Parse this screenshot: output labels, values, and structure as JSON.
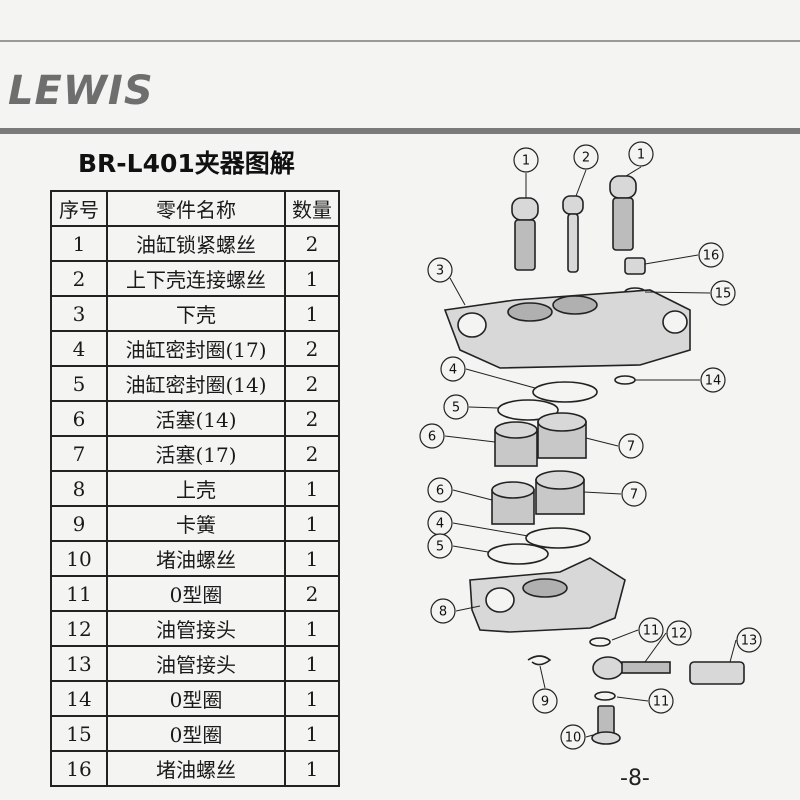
{
  "brand": {
    "name": "LEWIS"
  },
  "title": "BR-L401夹器图解",
  "table": {
    "headers": [
      "序号",
      "零件名称",
      "数量"
    ],
    "rows": [
      [
        "1",
        "油缸锁紧螺丝",
        "2"
      ],
      [
        "2",
        "上下壳连接螺丝",
        "1"
      ],
      [
        "3",
        "下壳",
        "1"
      ],
      [
        "4",
        "油缸密封圈(17)",
        "2"
      ],
      [
        "5",
        "油缸密封圈(14)",
        "2"
      ],
      [
        "6",
        "活塞(14)",
        "2"
      ],
      [
        "7",
        "活塞(17)",
        "2"
      ],
      [
        "8",
        "上壳",
        "1"
      ],
      [
        "9",
        "卡簧",
        "1"
      ],
      [
        "10",
        "堵油螺丝",
        "1"
      ],
      [
        "11",
        "0型圈",
        "2"
      ],
      [
        "12",
        "油管接头",
        "1"
      ],
      [
        "13",
        "油管接头",
        "1"
      ],
      [
        "14",
        "0型圈",
        "1"
      ],
      [
        "15",
        "0型圈",
        "1"
      ],
      [
        "16",
        "堵油螺丝",
        "1"
      ]
    ]
  },
  "diagram": {
    "callouts": [
      "1",
      "2",
      "1",
      "16",
      "3",
      "15",
      "4",
      "14",
      "5",
      "6",
      "7",
      "6",
      "7",
      "4",
      "5",
      "8",
      "11",
      "12",
      "13",
      "9",
      "11",
      "10"
    ]
  },
  "page_number": "-8-"
}
